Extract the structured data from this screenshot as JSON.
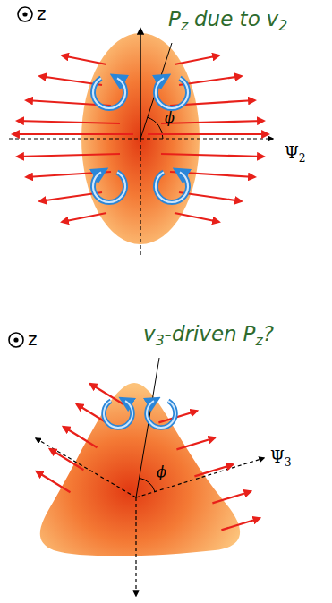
{
  "diagram": {
    "labels": [
      "P",
      "z",
      "due to",
      "v",
      "2",
      "z",
      "Ψ",
      "2",
      "ϕ",
      "v",
      "3",
      "-driven",
      "P",
      "z",
      "?",
      "z",
      "Ψ",
      "3",
      "ϕ"
    ]
  }
}
